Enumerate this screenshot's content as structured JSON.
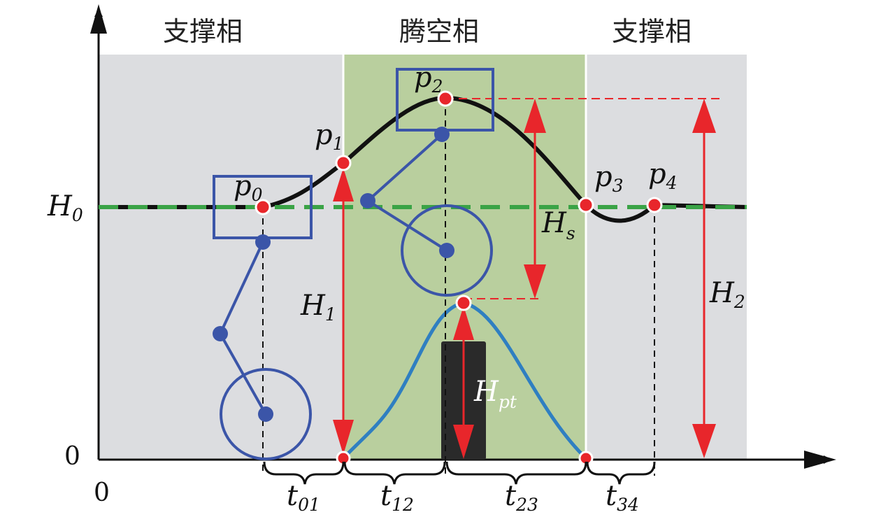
{
  "phases": {
    "left": "支撑相",
    "middle": "腾空相",
    "right": "支撑相"
  },
  "axis": {
    "y_h0_main": "H",
    "y_h0_sub": "0",
    "y_zero": "0",
    "x_zero": "0"
  },
  "points": {
    "p0": {
      "main": "p",
      "sub": "0"
    },
    "p1": {
      "main": "p",
      "sub": "1"
    },
    "p2": {
      "main": "p",
      "sub": "2"
    },
    "p3": {
      "main": "p",
      "sub": "3"
    },
    "p4": {
      "main": "p",
      "sub": "4"
    }
  },
  "heights": {
    "h1": {
      "main": "H",
      "sub": "1"
    },
    "h2": {
      "main": "H",
      "sub": "2"
    },
    "hs": {
      "main": "H",
      "sub": "s"
    },
    "hpt": {
      "main": "H",
      "sub": "pt"
    }
  },
  "times": {
    "t01": {
      "main": "t",
      "sub": "01"
    },
    "t12": {
      "main": "t",
      "sub": "12"
    },
    "t23": {
      "main": "t",
      "sub": "23"
    },
    "t34": {
      "main": "t",
      "sub": "34"
    }
  },
  "colors": {
    "support_bg": "#dcdde0",
    "flight_bg": "#b9cf9e",
    "trajectory": "#111111",
    "foot_curve": "#2f7fc1",
    "leg": "#3b55a8",
    "point": "#e8262b",
    "arrow": "#e8262b",
    "ground_line_h0": "#3aa346",
    "obstacle": "#2a2a2a"
  }
}
